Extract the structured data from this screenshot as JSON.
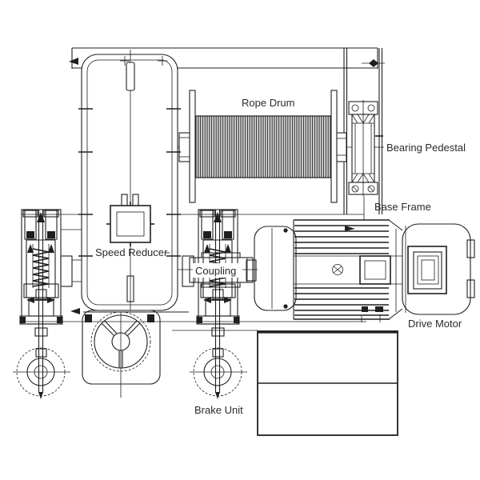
{
  "diagram": {
    "type": "engineering-line-drawing",
    "subject": "hoist-winch-assembly",
    "labels": {
      "rope_drum": "Rope Drum",
      "bearing_pedestal": "Bearing Pedestal",
      "base_frame": "Base Frame",
      "speed_reducer": "Speed Reducer",
      "coupling": "Coupling",
      "drive_motor": "Drive Motor",
      "brake_unit": "Brake Unit"
    },
    "colors": {
      "line": "#1f1f1f",
      "background": "#ffffff",
      "label_text": "#2a2a2a",
      "drum_hatch_fill": "#dedede"
    }
  }
}
